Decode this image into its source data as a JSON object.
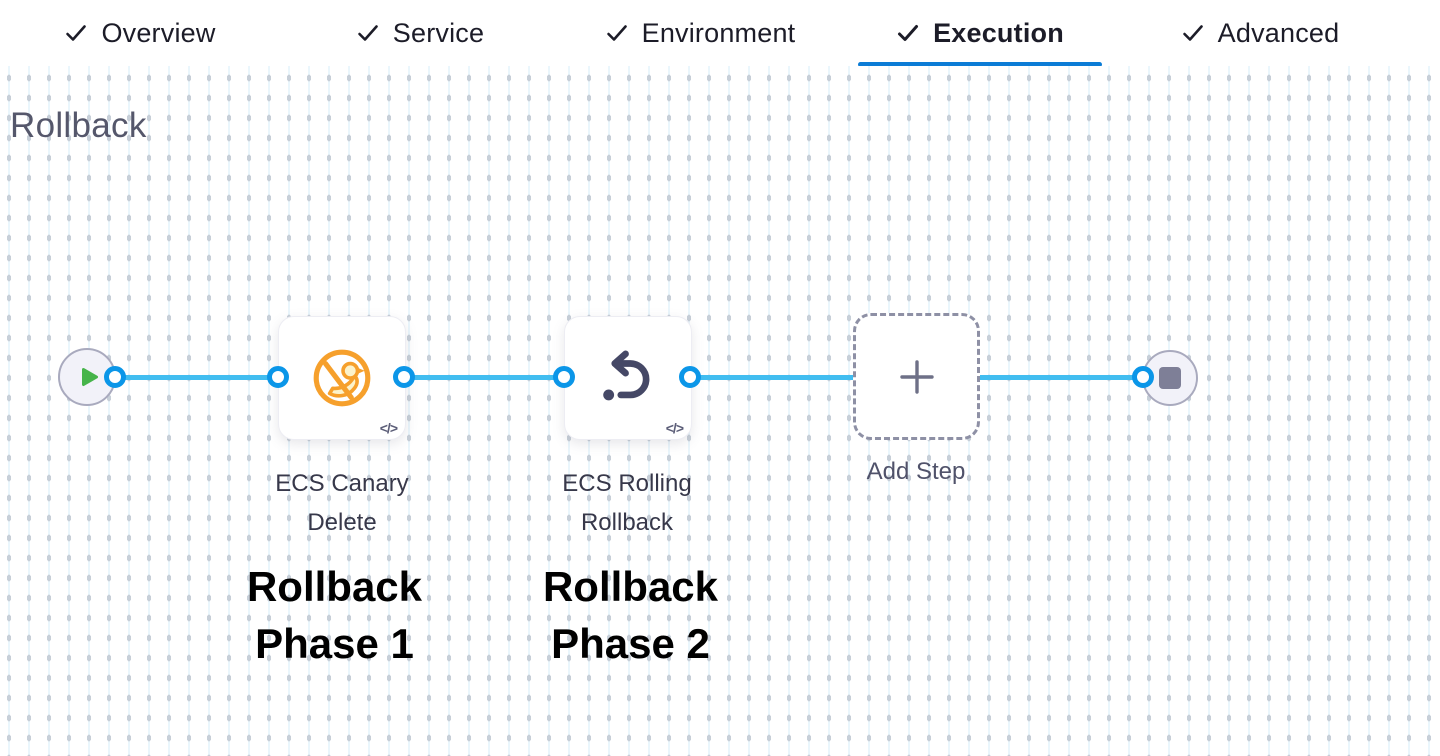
{
  "tabs": {
    "items": [
      {
        "label": "Overview",
        "active": false,
        "icon": "check-icon"
      },
      {
        "label": "Service",
        "active": false,
        "icon": "check-icon"
      },
      {
        "label": "Environment",
        "active": false,
        "icon": "check-icon"
      },
      {
        "label": "Execution",
        "active": true,
        "icon": "check-icon"
      },
      {
        "label": "Advanced",
        "active": false,
        "icon": "check-icon"
      }
    ]
  },
  "canvas": {
    "section_title": "Rollback"
  },
  "flow": {
    "start_icon": "play-icon",
    "end_icon": "stop-icon",
    "steps": [
      {
        "name": "ECS Canary Delete",
        "icon": "canary-delete-icon",
        "code_badge": "</>",
        "annotation": "Rollback Phase 1"
      },
      {
        "name": "ECS Rolling Rollback",
        "icon": "rolling-rollback-icon",
        "code_badge": "</>",
        "annotation": "Rollback Phase 2"
      }
    ],
    "add_step_label": "Add Step",
    "add_step_icon": "plus-icon"
  },
  "colors": {
    "active_tab_underline": "#0b7cd6",
    "connector_line": "#41bdf0",
    "port_ring": "#0b96e8",
    "play_green": "#46b44a",
    "canary_orange": "#f6a02c",
    "rollback_slate": "#454866",
    "stop_gray": "#7e7f97",
    "grid_dash": "#c7cfd8",
    "grid_line": "#eaf6fc",
    "section_title_text": "#55576b",
    "annotation_text": "#000000"
  }
}
